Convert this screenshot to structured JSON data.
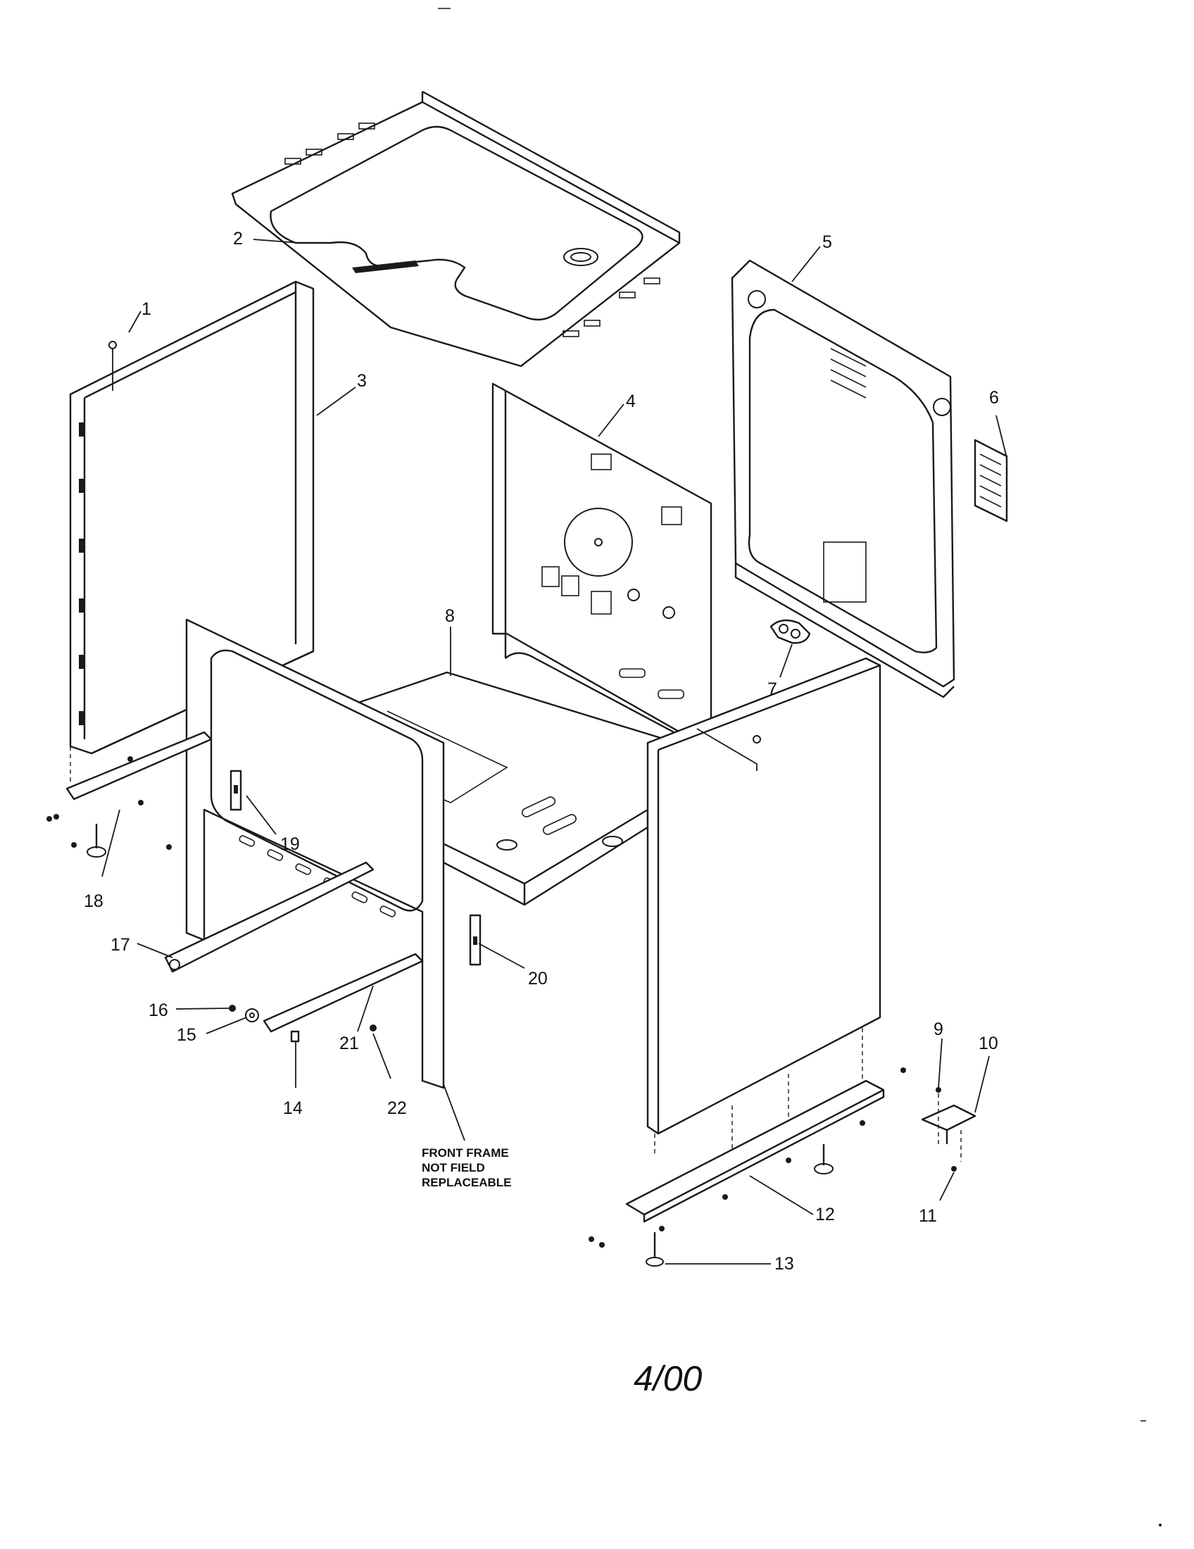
{
  "callouts": {
    "c1": "1",
    "c2": "2",
    "c3": "3",
    "c4": "4",
    "c5": "5",
    "c6": "6",
    "c7": "7",
    "c8": "8",
    "c9": "9",
    "c10": "10",
    "c11": "11",
    "c12": "12",
    "c13": "13",
    "c14": "14",
    "c15": "15",
    "c16": "16",
    "c17": "17",
    "c18": "18",
    "c19": "19",
    "c20": "20",
    "c21": "21",
    "c22": "22"
  },
  "note": {
    "line1": "FRONT FRAME",
    "line2": "NOT FIELD",
    "line3": "REPLACEABLE"
  },
  "date_mark": "4/00"
}
